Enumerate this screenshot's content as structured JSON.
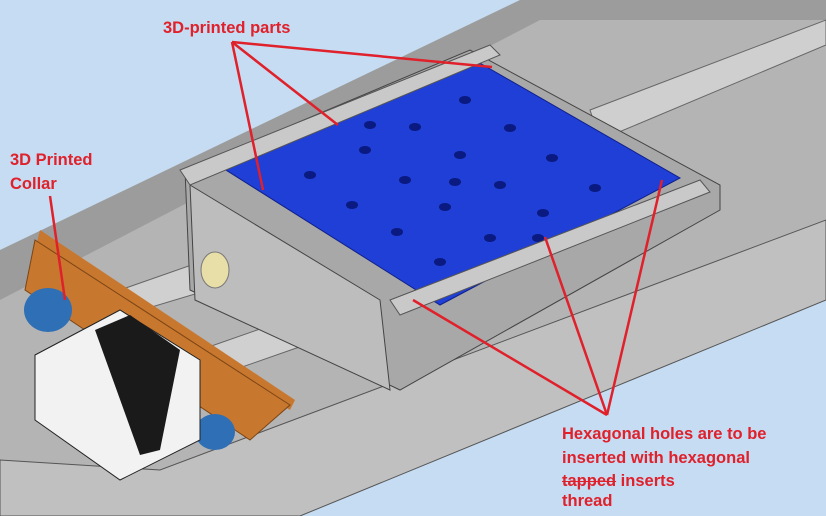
{
  "annotations": {
    "printed_parts": "3D-printed parts",
    "collar_line1": "3D Printed",
    "collar_line2": "Collar",
    "hex_line1": "Hexagonal holes are to be",
    "hex_line2": "inserted with hexagonal",
    "hex_struck": "tapped",
    "hex_line3_rest": " inserts",
    "hex_line4": "thread"
  },
  "colors": {
    "background": "#c5dcf2",
    "annotation": "#e0202a",
    "plate": "#1f3fd6",
    "frame": "#a9a9a9",
    "collar": "#c8772e",
    "motor_mount": "#2f6fb5"
  }
}
